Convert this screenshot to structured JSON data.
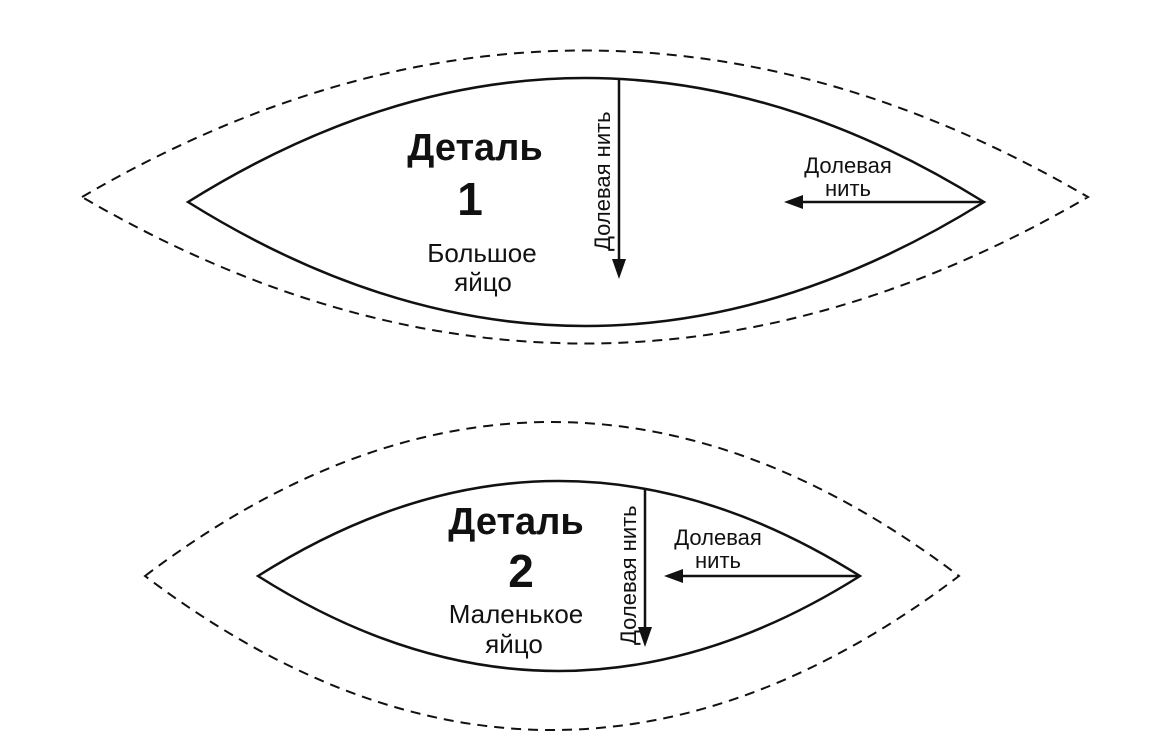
{
  "pieces": [
    {
      "title": "Деталь",
      "number": "1",
      "name_line1": "Большое",
      "name_line2": "яйцо",
      "grain_vertical": "Долевая нить",
      "grain_horizontal_line1": "Долевая",
      "grain_horizontal_line2": "нить"
    },
    {
      "title": "Деталь",
      "number": "2",
      "name_line1": "Маленькое",
      "name_line2": "яйцо",
      "grain_vertical": "Долевая нить",
      "grain_horizontal_line1": "Долевая",
      "grain_horizontal_line2": "нить"
    }
  ],
  "colors": {
    "ink": "#111111",
    "background": "#ffffff"
  }
}
